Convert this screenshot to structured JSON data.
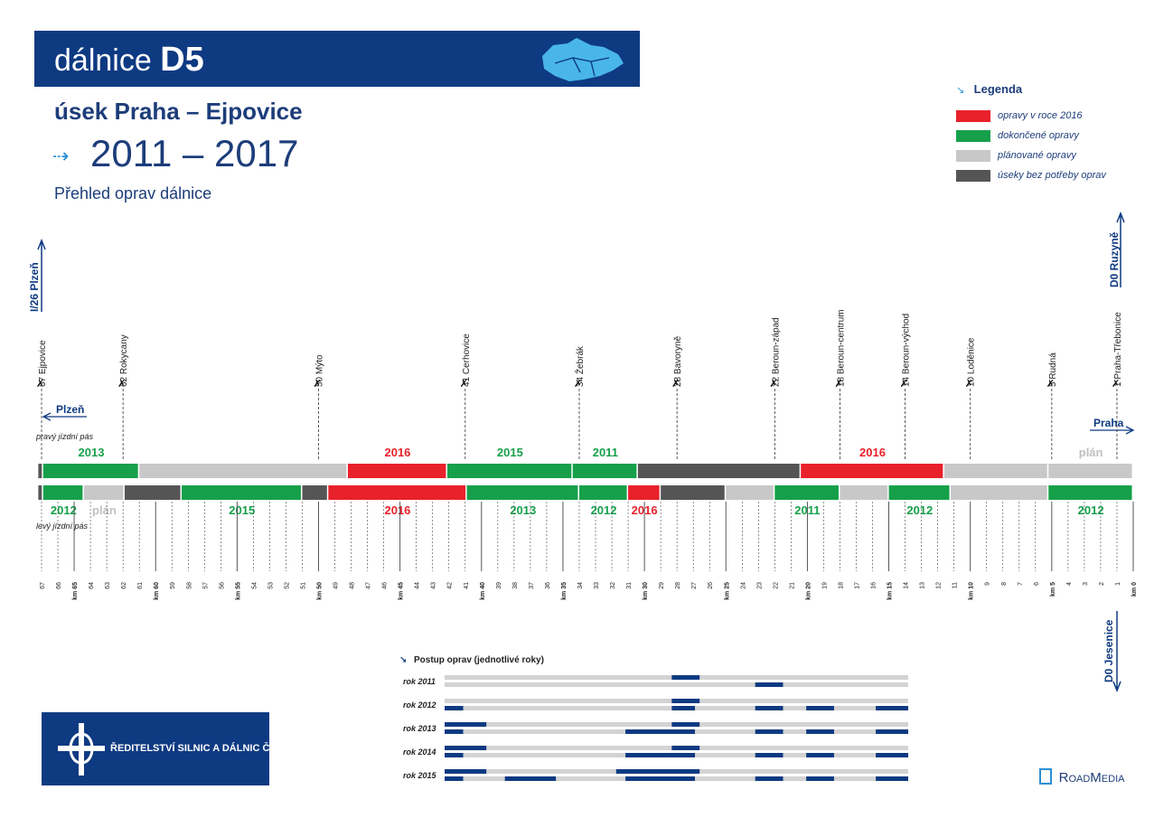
{
  "header": {
    "prefix": "dálnice",
    "name": "D5"
  },
  "subtitle": "úsek Praha – Ejpovice",
  "years_range": "2011 – 2017",
  "description": "Přehled oprav dálnice",
  "legend": {
    "title": "Legenda",
    "items": [
      {
        "label": "opravy v roce 2016",
        "color": "#e8212b"
      },
      {
        "label": "dokončené opravy",
        "color": "#16a04a"
      },
      {
        "label": "plánované opravy",
        "color": "#c8c8c8"
      },
      {
        "label": "úseky bez potřeby oprav",
        "color": "#555555"
      }
    ]
  },
  "directions": {
    "left_top": "I/26 Plzeň",
    "right_top": "D0 Ruzyně",
    "right_bottom": "D0 Jesenice",
    "plzen": "Plzeň",
    "praha": "Praha",
    "right_lane": "pravý jízdní pás",
    "left_lane": "levý jízdní pás"
  },
  "exits": [
    {
      "km": 67,
      "label": "67  Ejpovice"
    },
    {
      "km": 62,
      "label": "62  Rokycany"
    },
    {
      "km": 50,
      "label": "50  Mýto"
    },
    {
      "km": 41,
      "label": "41  Cerhovice"
    },
    {
      "km": 34,
      "label": "34  Žebrák"
    },
    {
      "km": 28,
      "label": "28  Bavoryně"
    },
    {
      "km": 22,
      "label": "22  Beroun-západ"
    },
    {
      "km": 18,
      "label": "18  Beroun-centrum"
    },
    {
      "km": 14,
      "label": "14  Beroun-východ"
    },
    {
      "km": 10,
      "label": "10  Loděnice"
    },
    {
      "km": 5,
      "label": "5  Rudná"
    },
    {
      "km": 1,
      "label": "1  Praha-Třebonice"
    }
  ],
  "upper_lane": [
    {
      "from": 67.2,
      "to": 66.9,
      "status": "none",
      "label": ""
    },
    {
      "from": 66.9,
      "to": 61.0,
      "status": "done",
      "label": "2013"
    },
    {
      "from": 61.0,
      "to": 48.2,
      "status": "plan",
      "label": ""
    },
    {
      "from": 48.2,
      "to": 42.1,
      "status": "y2016",
      "label": "2016"
    },
    {
      "from": 42.1,
      "to": 34.4,
      "status": "done",
      "label": "2015"
    },
    {
      "from": 34.4,
      "to": 30.4,
      "status": "done",
      "label": "2011"
    },
    {
      "from": 30.4,
      "to": 20.4,
      "status": "none",
      "label": ""
    },
    {
      "from": 20.4,
      "to": 11.6,
      "status": "y2016",
      "label": "2016"
    },
    {
      "from": 11.6,
      "to": 5.2,
      "status": "plan",
      "label": ""
    },
    {
      "from": 5.2,
      "to": 0.0,
      "status": "plan",
      "label": "plán"
    }
  ],
  "lower_lane": [
    {
      "from": 67.2,
      "to": 66.9,
      "status": "none",
      "label": ""
    },
    {
      "from": 66.9,
      "to": 64.4,
      "status": "done",
      "label": "2012"
    },
    {
      "from": 64.4,
      "to": 61.9,
      "status": "plan",
      "label": "plán"
    },
    {
      "from": 61.9,
      "to": 58.4,
      "status": "none",
      "label": ""
    },
    {
      "from": 58.4,
      "to": 51.0,
      "status": "done",
      "label": "2015"
    },
    {
      "from": 51.0,
      "to": 49.4,
      "status": "none",
      "label": ""
    },
    {
      "from": 49.4,
      "to": 40.9,
      "status": "y2016",
      "label": "2016"
    },
    {
      "from": 40.9,
      "to": 34.0,
      "status": "done",
      "label": "2013"
    },
    {
      "from": 34.0,
      "to": 31.0,
      "status": "done",
      "label": "2012"
    },
    {
      "from": 31.0,
      "to": 29.0,
      "status": "y2016",
      "label": "2016"
    },
    {
      "from": 29.0,
      "to": 25.0,
      "status": "none",
      "label": ""
    },
    {
      "from": 25.0,
      "to": 22.0,
      "status": "plan",
      "label": ""
    },
    {
      "from": 22.0,
      "to": 18.0,
      "status": "done",
      "label": "2011"
    },
    {
      "from": 18.0,
      "to": 15.0,
      "status": "plan",
      "label": ""
    },
    {
      "from": 15.0,
      "to": 11.2,
      "status": "done",
      "label": "2012"
    },
    {
      "from": 11.2,
      "to": 5.2,
      "status": "plan",
      "label": ""
    },
    {
      "from": 5.2,
      "to": 0.0,
      "status": "done",
      "label": "2012"
    }
  ],
  "km_ticks": [
    67,
    66,
    "km 65",
    64,
    63,
    62,
    61,
    "km 60",
    59,
    58,
    57,
    56,
    "km 55",
    54,
    53,
    52,
    51,
    "km 50",
    49,
    48,
    47,
    46,
    "km 45",
    44,
    43,
    42,
    41,
    "km 40",
    39,
    38,
    37,
    36,
    "km 35",
    34,
    33,
    32,
    31,
    "km 30",
    29,
    28,
    27,
    26,
    "km 25",
    24,
    23,
    22,
    21,
    "km 20",
    19,
    18,
    17,
    16,
    "km 15",
    14,
    13,
    12,
    11,
    "km 10",
    9,
    8,
    7,
    6,
    "km 5",
    4,
    3,
    2,
    1,
    "km 0"
  ],
  "progress": {
    "title": "Postup oprav (jednotlivé roky)",
    "rows": [
      {
        "label": "rok 2011",
        "top": [
          [
            0.49,
            0.55
          ]
        ],
        "bottom": [
          [
            0.67,
            0.73
          ]
        ]
      },
      {
        "label": "rok 2012",
        "top": [
          [
            0.49,
            0.55
          ]
        ],
        "bottom": [
          [
            0.0,
            0.04
          ],
          [
            0.49,
            0.54
          ],
          [
            0.67,
            0.73
          ],
          [
            0.78,
            0.84
          ],
          [
            0.93,
            1.0
          ]
        ]
      },
      {
        "label": "rok 2013",
        "top": [
          [
            0.0,
            0.09
          ],
          [
            0.49,
            0.55
          ]
        ],
        "bottom": [
          [
            0.0,
            0.04
          ],
          [
            0.39,
            0.54
          ],
          [
            0.67,
            0.73
          ],
          [
            0.78,
            0.84
          ],
          [
            0.93,
            1.0
          ]
        ]
      },
      {
        "label": "rok 2014",
        "top": [
          [
            0.0,
            0.09
          ],
          [
            0.49,
            0.55
          ]
        ],
        "bottom": [
          [
            0.0,
            0.04
          ],
          [
            0.39,
            0.54
          ],
          [
            0.67,
            0.73
          ],
          [
            0.78,
            0.84
          ],
          [
            0.93,
            1.0
          ]
        ]
      },
      {
        "label": "rok 2015",
        "top": [
          [
            0.0,
            0.09
          ],
          [
            0.37,
            0.55
          ]
        ],
        "bottom": [
          [
            0.0,
            0.04
          ],
          [
            0.13,
            0.24
          ],
          [
            0.39,
            0.54
          ],
          [
            0.67,
            0.73
          ],
          [
            0.78,
            0.84
          ],
          [
            0.93,
            1.0
          ]
        ]
      }
    ]
  },
  "logo_text": "ŘEDITELSTVÍ SILNIC A DÁLNIC ČR",
  "brand": "RoadMedia",
  "colors": {
    "done": "#16a04a",
    "y2016": "#e8212b",
    "plan": "#c8c8c8",
    "none": "#555555",
    "navy": "#0e3a82",
    "progress_bg": "#d3d3d3"
  }
}
